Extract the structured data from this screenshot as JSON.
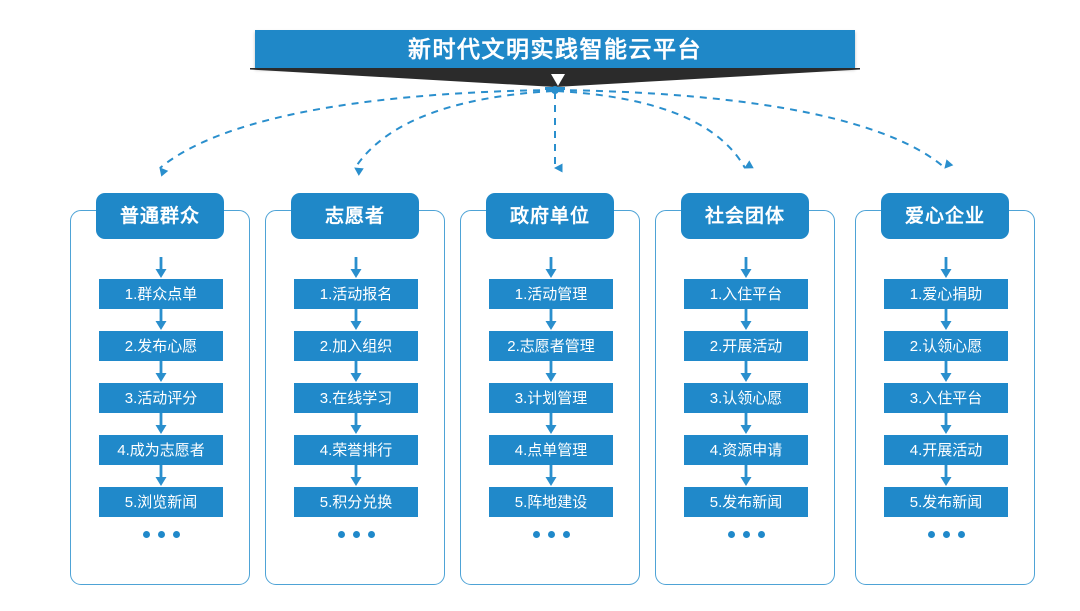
{
  "banner": {
    "title": "新时代文明实践智能云平台",
    "accent_color": "#1f88c8",
    "ribbon_color": "#2b2b2b",
    "chevron_color": "#ffffff"
  },
  "theme": {
    "box_blue": "#2089ca",
    "border_blue": "#4ea3d6",
    "connector_blue": "#2a8fcd",
    "text_white": "#ffffff",
    "background": "#ffffff"
  },
  "columns": [
    {
      "header": "普通群众",
      "steps": [
        "1.群众点单",
        "2.发布心愿",
        "3.活动评分",
        "4.成为志愿者",
        "5.浏览新闻"
      ],
      "more": "..."
    },
    {
      "header": "志愿者",
      "steps": [
        "1.活动报名",
        "2.加入组织",
        "3.在线学习",
        "4.荣誉排行",
        "5.积分兑换"
      ],
      "more": "..."
    },
    {
      "header": "政府单位",
      "steps": [
        "1.活动管理",
        "2.志愿者管理",
        "3.计划管理",
        "4.点单管理",
        "5.阵地建设"
      ],
      "more": "..."
    },
    {
      "header": "社会团体",
      "steps": [
        "1.入住平台",
        "2.开展活动",
        "3.认领心愿",
        "4.资源申请",
        "5.发布新闻"
      ],
      "more": "..."
    },
    {
      "header": "爱心企业",
      "steps": [
        "1.爱心捐助",
        "2.认领心愿",
        "3.入住平台",
        "4.开展活动",
        "5.发布新闻"
      ],
      "more": "..."
    }
  ]
}
